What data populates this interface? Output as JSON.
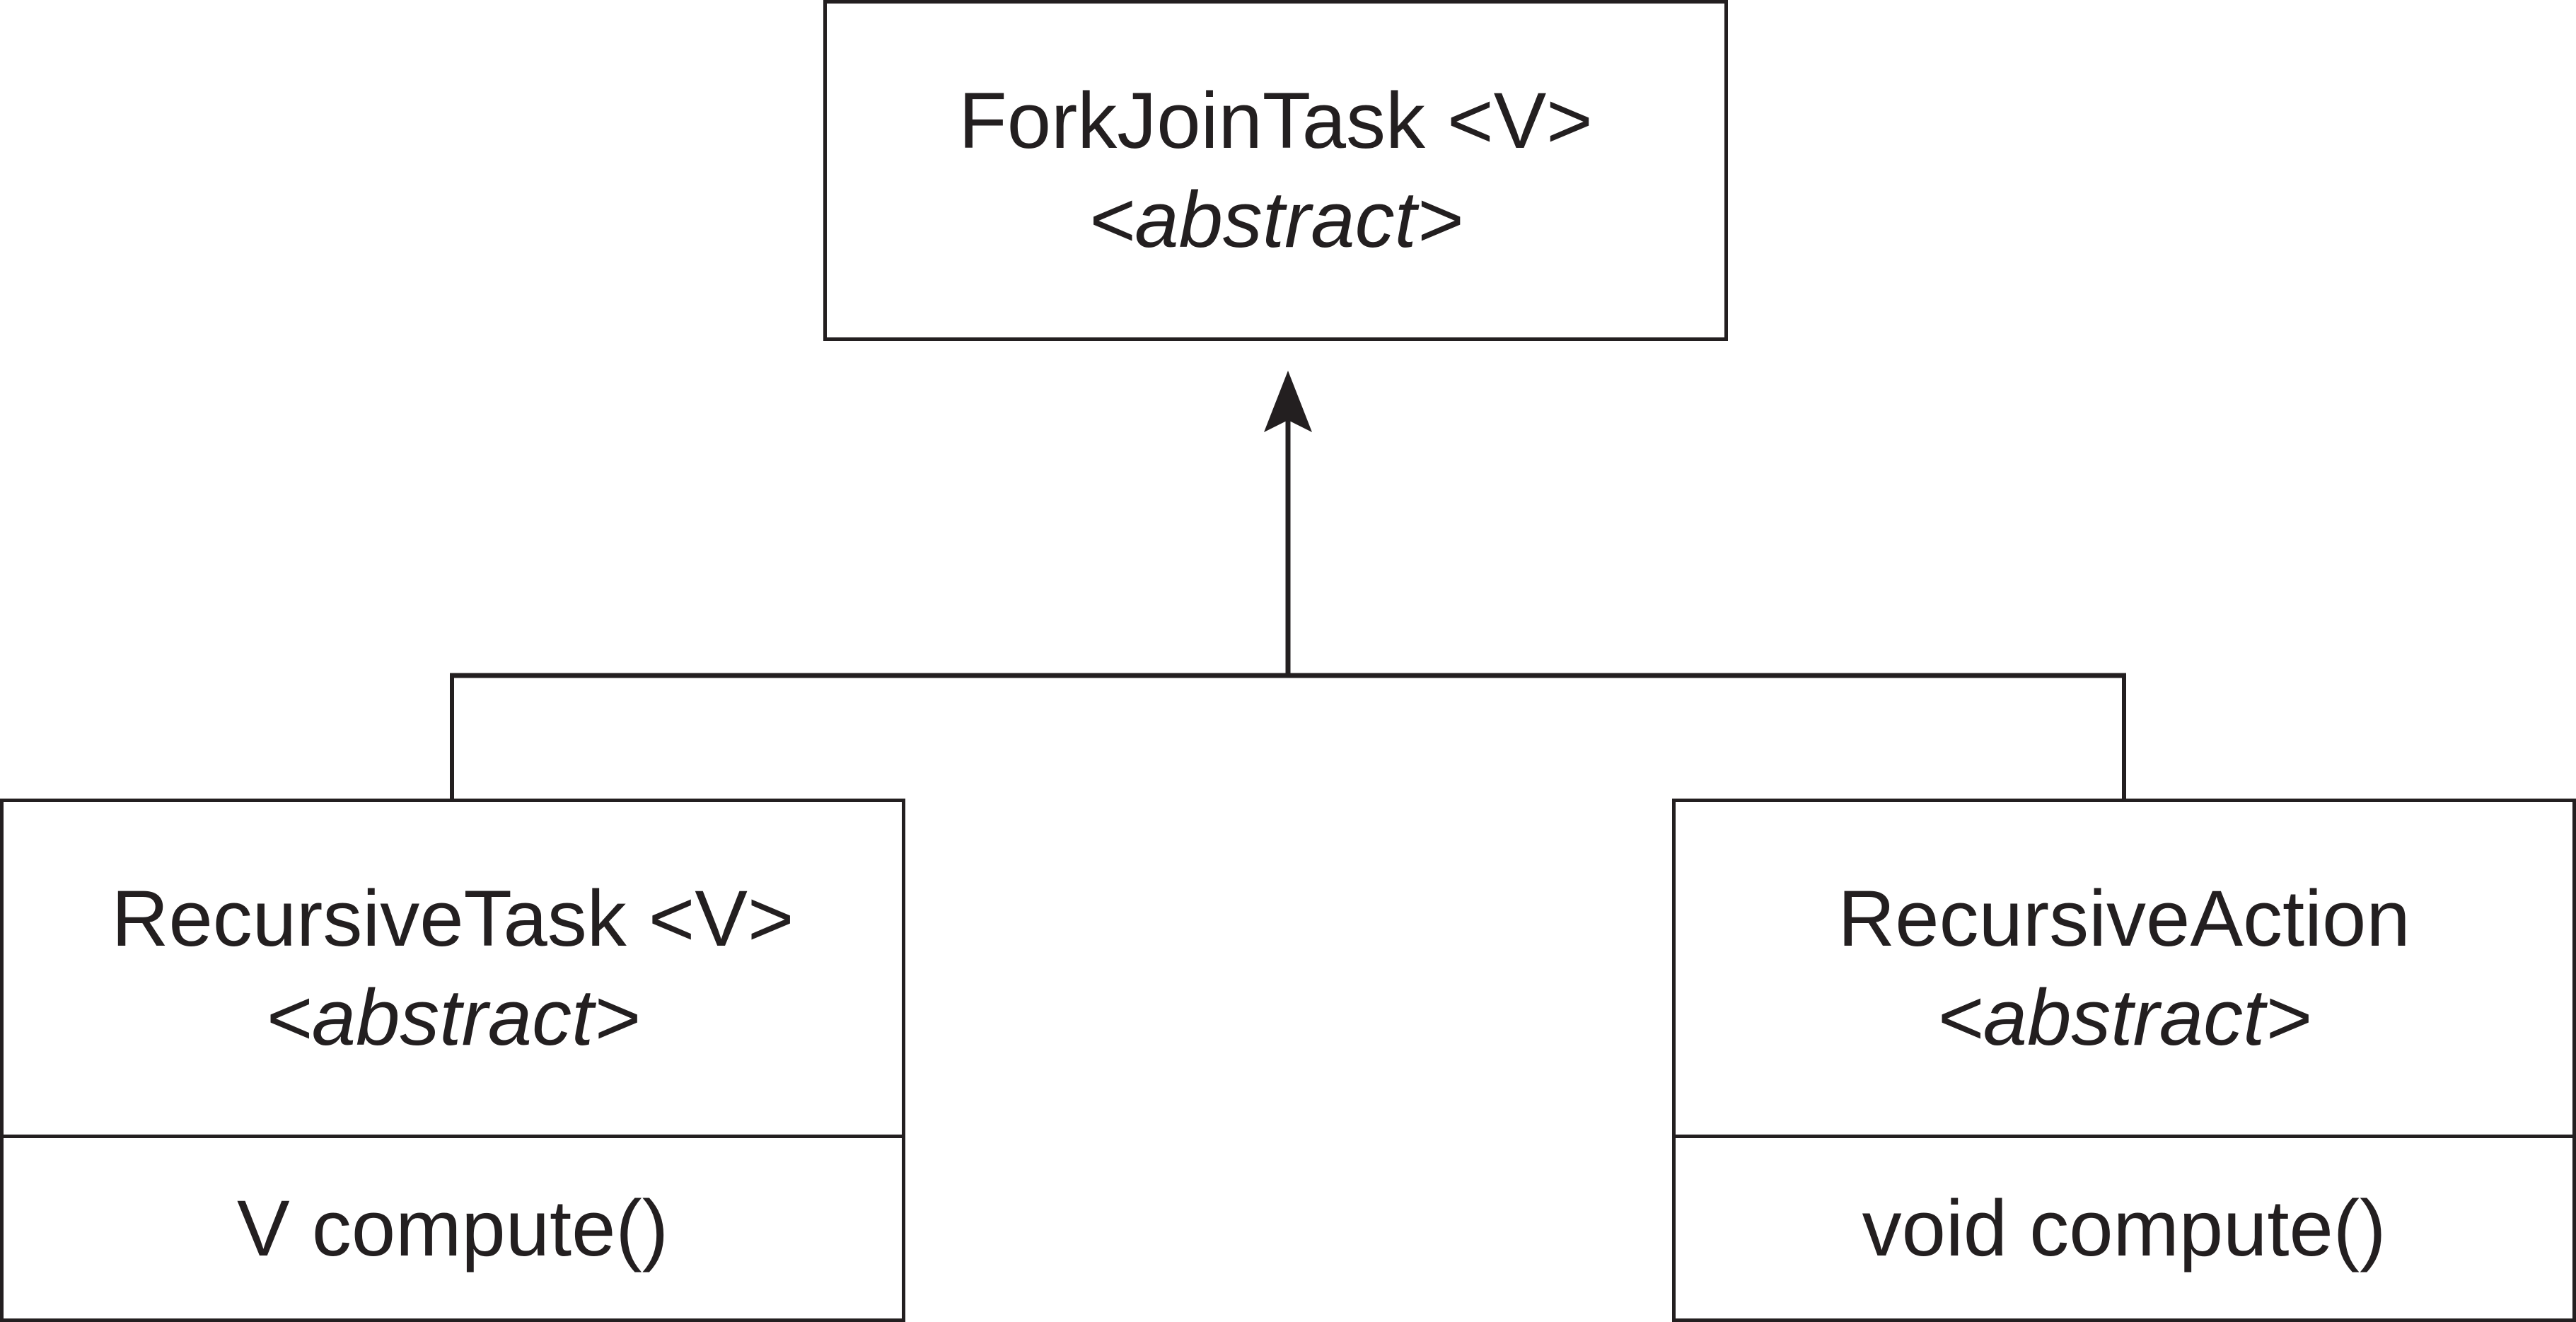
{
  "parent_class": {
    "name": "ForkJoinTask <V>",
    "stereotype": "<abstract>"
  },
  "child_classes": [
    {
      "name": "RecursiveTask <V>",
      "stereotype": "<abstract>",
      "method": "V compute()"
    },
    {
      "name": "RecursiveAction",
      "stereotype": "<abstract>",
      "method": "void compute()"
    }
  ],
  "colors": {
    "line": "#231f20",
    "background": "#ffffff"
  }
}
